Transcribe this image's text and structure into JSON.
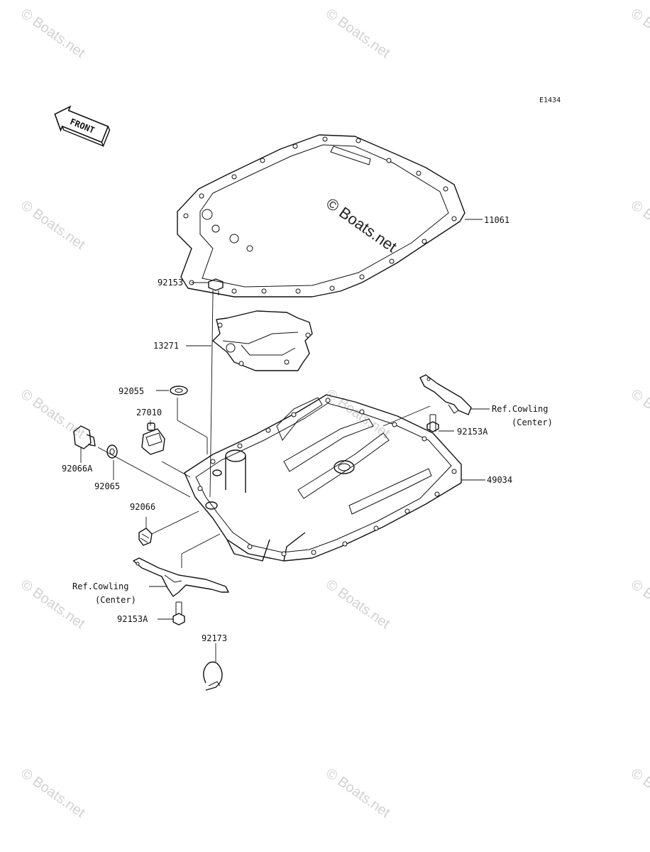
{
  "diagram": {
    "code": "E1434",
    "direction_label": "FRONT",
    "watermark_corner": "© Boats.net",
    "watermark_center": "© Boats.net"
  },
  "parts": [
    {
      "id": "p11061",
      "number": "11061"
    },
    {
      "id": "p92153",
      "number": "92153"
    },
    {
      "id": "p13271",
      "number": "13271"
    },
    {
      "id": "p92055",
      "number": "92055"
    },
    {
      "id": "p27010",
      "number": "27010"
    },
    {
      "id": "p92066A",
      "number": "92066A"
    },
    {
      "id": "p92065",
      "number": "92065"
    },
    {
      "id": "p92066",
      "number": "92066"
    },
    {
      "id": "p92153A_top",
      "number": "92153A"
    },
    {
      "id": "p49034",
      "number": "49034"
    },
    {
      "id": "p92153A_bottom",
      "number": "92153A"
    },
    {
      "id": "p92173",
      "number": "92173"
    }
  ],
  "references": {
    "top_line1": "Ref.Cowling",
    "top_line2": "(Center)",
    "bottom_line1": "Ref.Cowling",
    "bottom_line2": "(Center)"
  }
}
